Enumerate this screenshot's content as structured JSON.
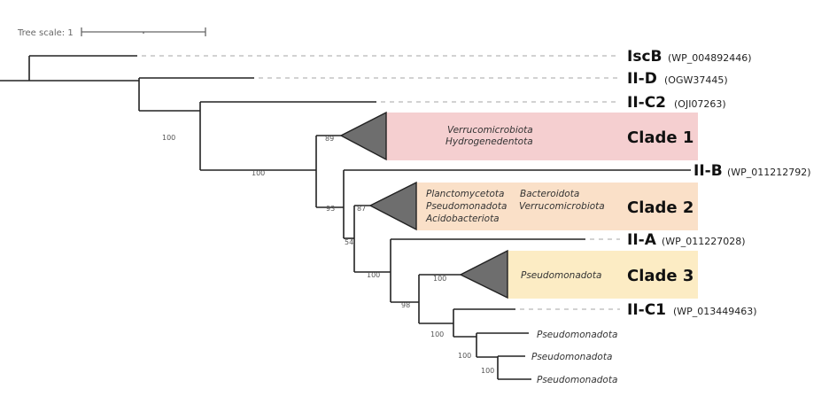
{
  "scale": {
    "label": "Tree scale: 1"
  },
  "colors": {
    "clade1_band": "#f5cfd0",
    "clade2_band": "#fae0c8",
    "clade3_band": "#fcecc4",
    "collapsed_triangle": "#6e6e6e"
  },
  "leaves": [
    {
      "id": "iscb",
      "name": "IscB",
      "accession": "(WP_004892446)"
    },
    {
      "id": "iid",
      "name": "II-D",
      "accession": "(OGW37445)"
    },
    {
      "id": "iic2",
      "name": "II-C2",
      "accession": "(OJI07263)"
    },
    {
      "id": "iib",
      "name": "II-B",
      "accession": "(WP_011212792)"
    },
    {
      "id": "iia",
      "name": "II-A",
      "accession": "(WP_011227028)"
    },
    {
      "id": "iic1",
      "name": "II-C1",
      "accession": "(WP_013449463)"
    }
  ],
  "clades": [
    {
      "id": "clade1",
      "label": "Clade 1",
      "taxa": [
        "Verrucomicrobiota",
        "Hydrogenedentota"
      ]
    },
    {
      "id": "clade2",
      "label": "Clade 2",
      "taxa": [
        "Planctomycetota",
        "Bacteroidota",
        "Pseudomonadota",
        "Verrucomicrobiota",
        "Acidobacteriota"
      ]
    },
    {
      "id": "clade3",
      "label": "Clade 3",
      "taxa": [
        "Pseudomonadota"
      ]
    }
  ],
  "small_leaves": [
    "Pseudomonadota",
    "Pseudomonadota",
    "Pseudomonadota"
  ],
  "bootstrap": [
    "100",
    "100",
    "89",
    "93",
    "87",
    "54",
    "100",
    "100",
    "98",
    "100",
    "100"
  ]
}
